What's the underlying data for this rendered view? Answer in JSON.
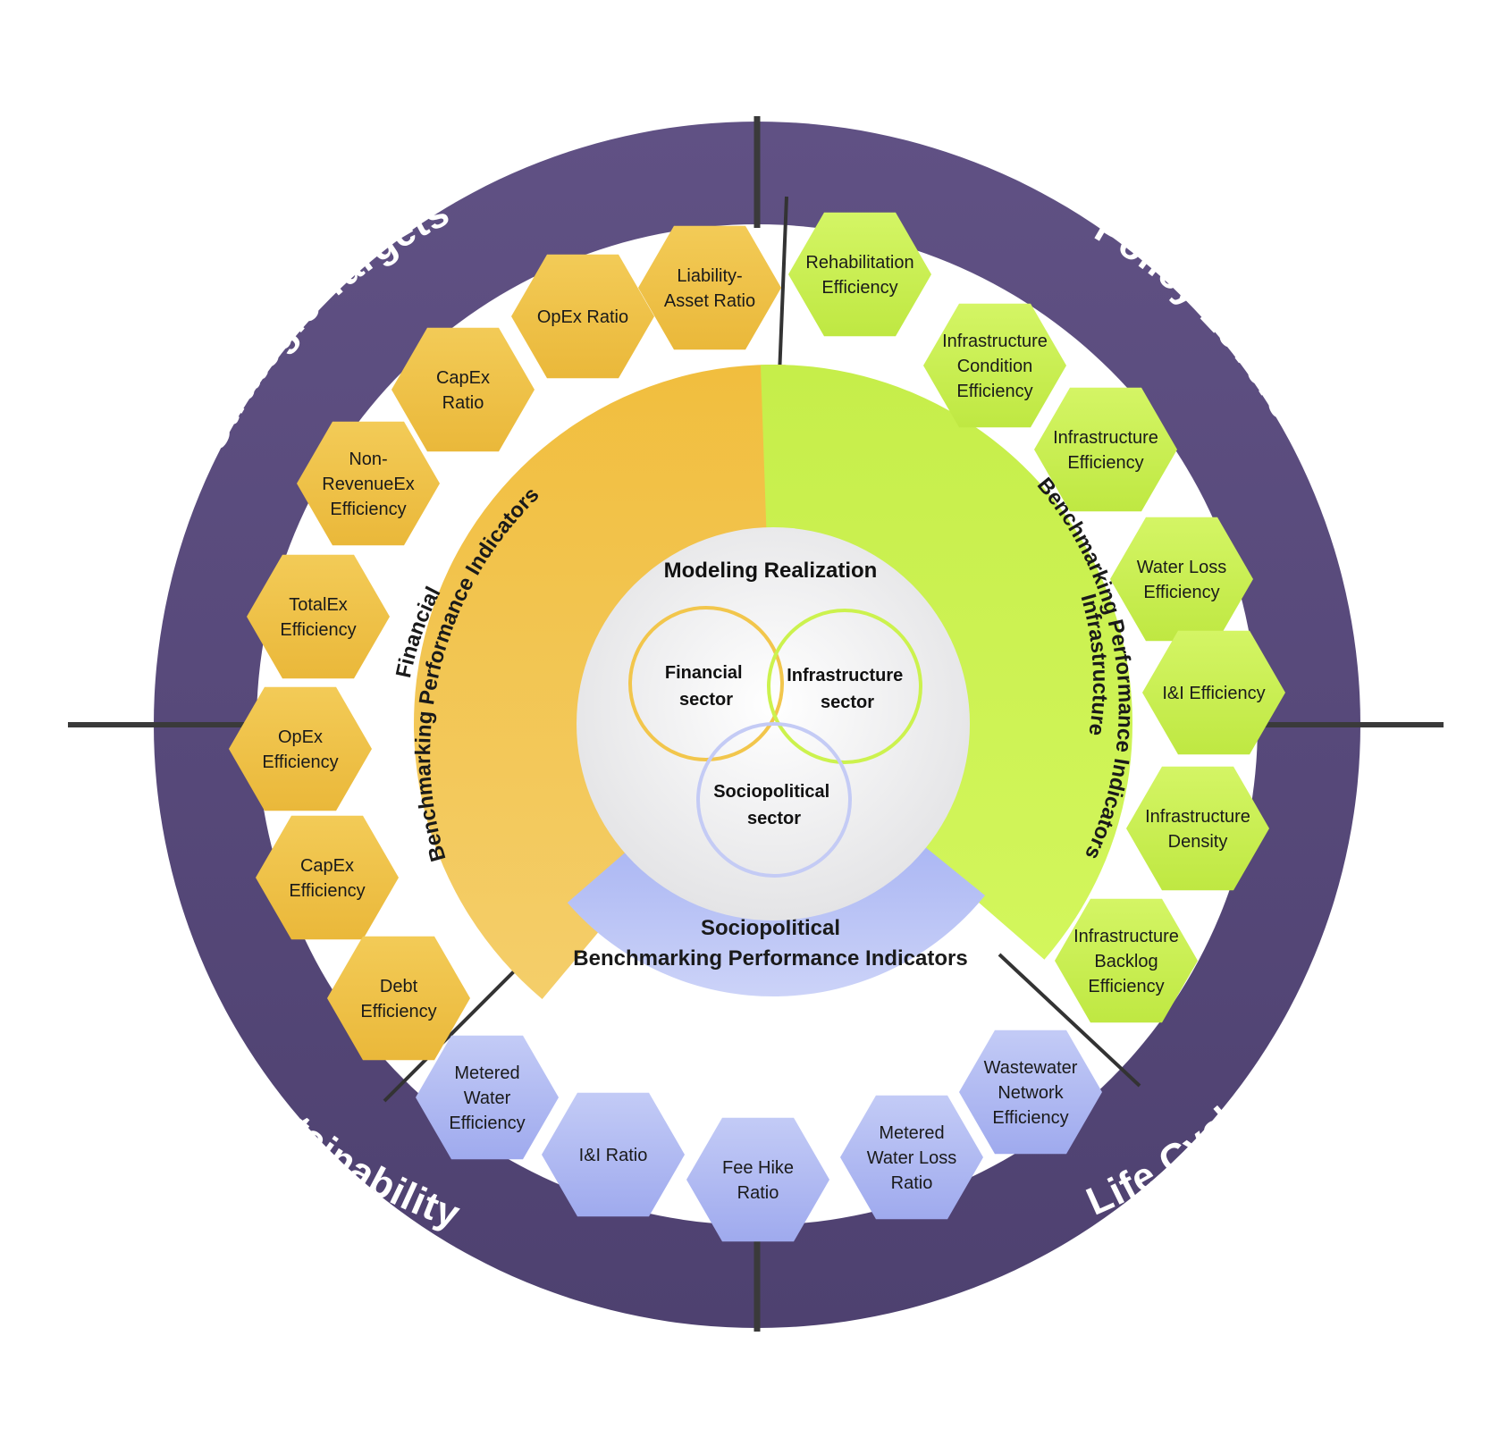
{
  "colors": {
    "ring": "#5a4b7e",
    "ring_dark": "#4a3d6b",
    "financial": "#f2c64c",
    "financial_hex": "#f0c24a",
    "infrastructure": "#ccf24e",
    "infrastructure_hex": "#c7ef4f",
    "sociopolitical": "#b4bff5",
    "sociopolitical_hex": "#aeb8f1",
    "venn_financial": "#f2c64c",
    "venn_infrastructure": "#ccf24e",
    "venn_sociopolitical": "#c4cbf5"
  },
  "outer_ring": {
    "strategic_targets": "Strategic Targets",
    "policy_levers": "Policy Levers",
    "sustainability": "Sustainability",
    "life_cycle": "Life Cycle"
  },
  "sectors": {
    "financial": {
      "line1": "Financial",
      "line2": "Benchmarking Performance Indicators"
    },
    "infrastructure": {
      "line1": "Infrastructure",
      "line2": "Benchmarking Performance Indicators"
    },
    "sociopolitical": {
      "line1": "Sociopolitical",
      "line2": "Benchmarking Performance Indicators"
    }
  },
  "center": {
    "title": "Modeling Realization",
    "financial_sector": [
      "Financial",
      "sector"
    ],
    "infrastructure_sector": [
      "Infrastructure",
      "sector"
    ],
    "sociopolitical_sector": [
      "Sociopolitical",
      "sector"
    ]
  },
  "financial_hexagons": [
    {
      "lines": [
        "Liability-",
        "Asset Ratio"
      ]
    },
    {
      "lines": [
        "OpEx Ratio"
      ]
    },
    {
      "lines": [
        "CapEx",
        "Ratio"
      ]
    },
    {
      "lines": [
        "Non-",
        "RevenueEx",
        "Efficiency"
      ]
    },
    {
      "lines": [
        "TotalEx",
        "Efficiency"
      ]
    },
    {
      "lines": [
        "OpEx",
        "Efficiency"
      ]
    },
    {
      "lines": [
        "CapEx",
        "Efficiency"
      ]
    },
    {
      "lines": [
        "Debt",
        "Efficiency"
      ]
    }
  ],
  "infrastructure_hexagons": [
    {
      "lines": [
        "Rehabilitation",
        "Efficiency"
      ]
    },
    {
      "lines": [
        "Infrastructure",
        "Condition",
        "Efficiency"
      ]
    },
    {
      "lines": [
        "Infrastructure",
        "Efficiency"
      ]
    },
    {
      "lines": [
        "Water Loss",
        "Efficiency"
      ]
    },
    {
      "lines": [
        "I&I Efficiency"
      ]
    },
    {
      "lines": [
        "Infrastructure",
        "Density"
      ]
    },
    {
      "lines": [
        "Infrastructure",
        "Backlog",
        "Efficiency"
      ]
    }
  ],
  "sociopolitical_hexagons": [
    {
      "lines": [
        "Metered",
        "Water",
        "Efficiency"
      ]
    },
    {
      "lines": [
        "I&I Ratio"
      ]
    },
    {
      "lines": [
        "Fee Hike",
        "Ratio"
      ]
    },
    {
      "lines": [
        "Metered",
        "Water Loss",
        "Ratio"
      ]
    },
    {
      "lines": [
        "Wastewater",
        "Network",
        "Efficiency"
      ]
    }
  ]
}
